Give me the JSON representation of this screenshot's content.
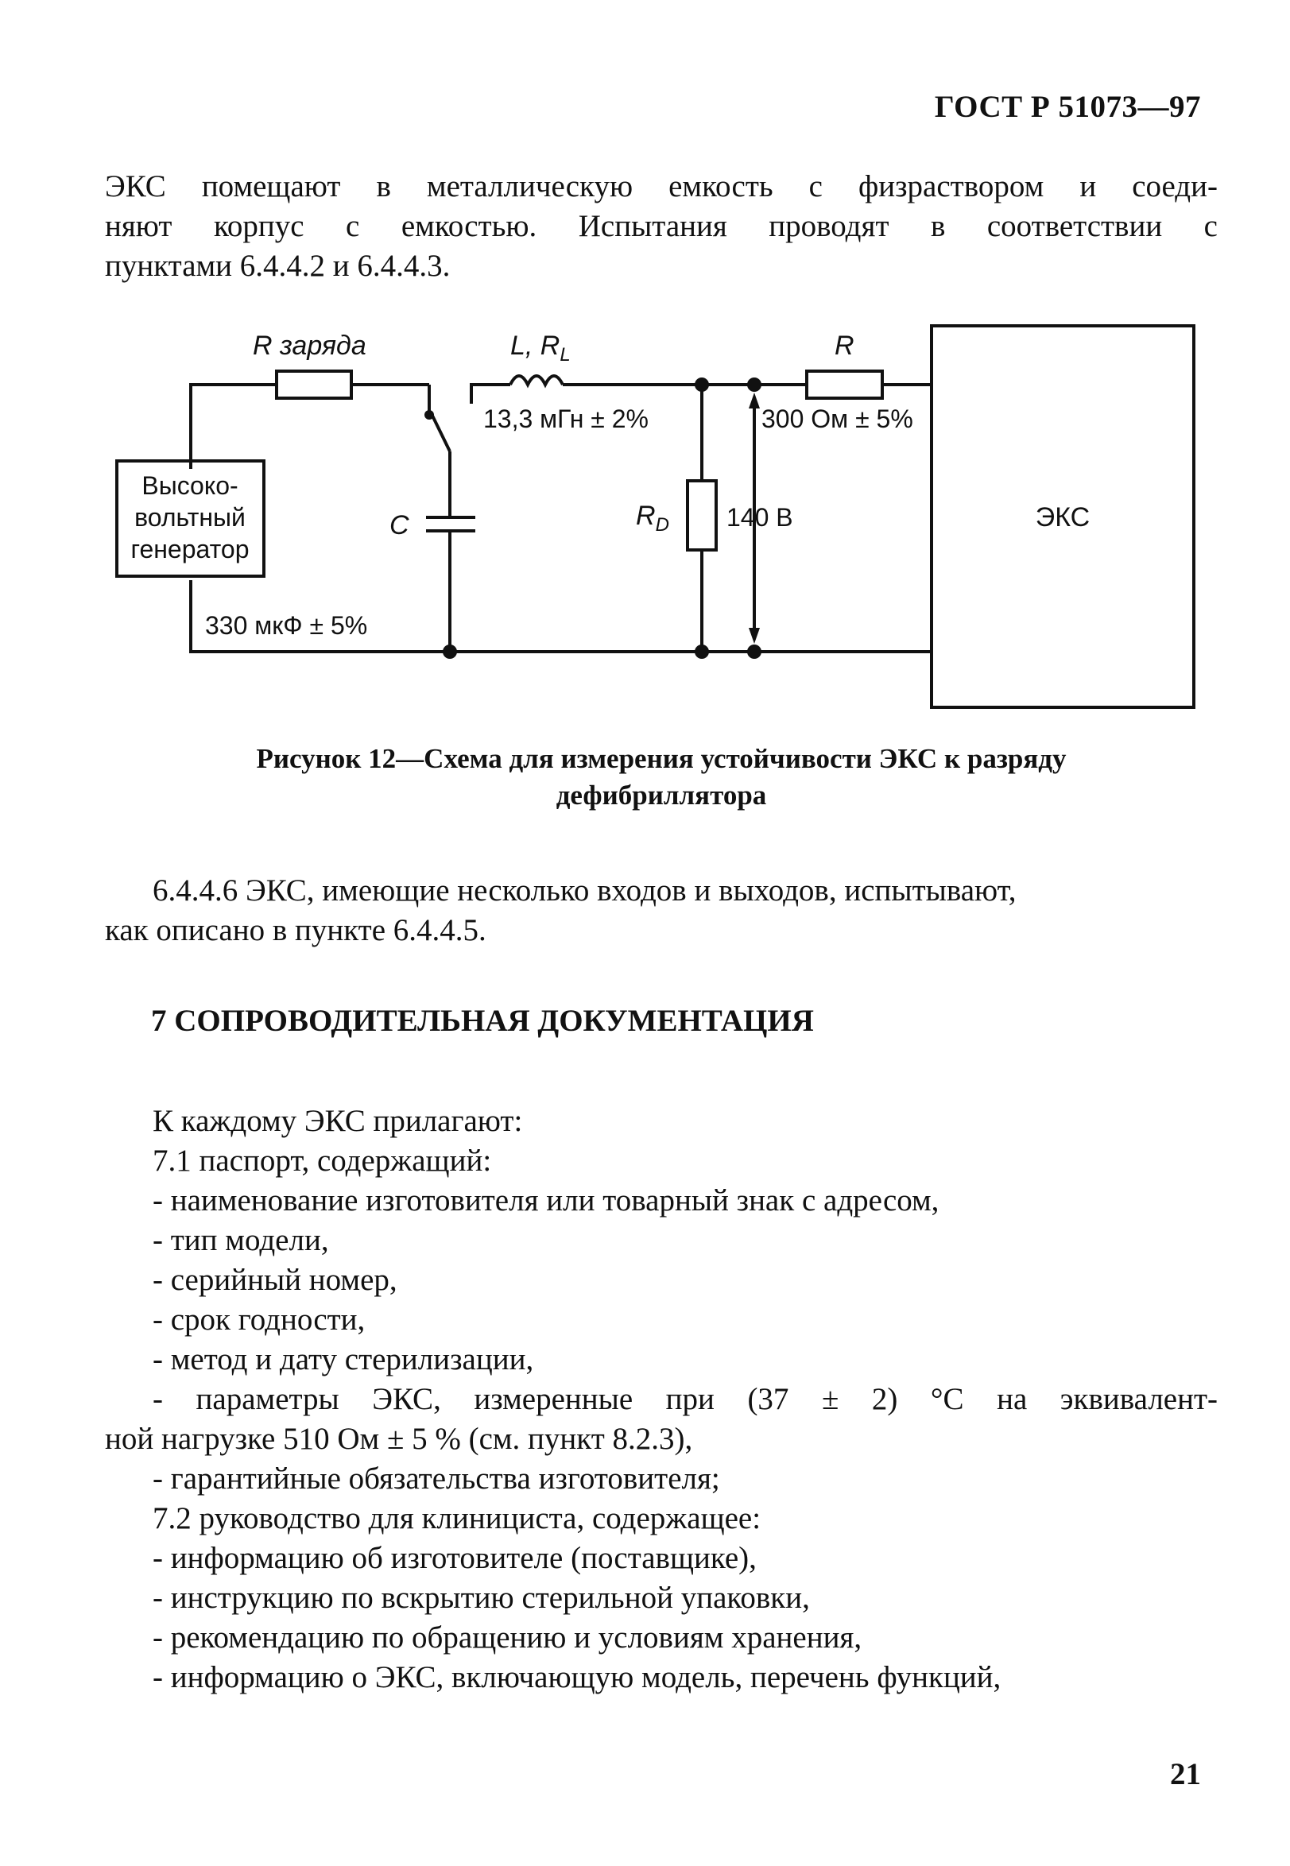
{
  "header": {
    "doc_id": "ГОСТ Р 51073—97"
  },
  "intro": {
    "lines": [
      "ЭКС помещают в металлическую емкость с физраствором и соеди-",
      "няют корпус с емкостью. Испытания проводят в соответствии с",
      "пунктами 6.4.4.2 и 6.4.4.3."
    ]
  },
  "figure": {
    "labels": {
      "r_charge": "R заряда",
      "l_rl": "L, R",
      "l_sub": "L",
      "r": "R",
      "inductance": "13,3 мГн ± 2%",
      "resistance": "300 Ом ± 5%",
      "generator": [
        "Высоко-",
        "вольтный",
        "генератор"
      ],
      "capacitor": "C",
      "rd": "R",
      "rd_sub": "D",
      "voltage": "140 В",
      "device": "ЭКС",
      "capacitance": "330 мкФ ± 5%"
    },
    "caption_lines": [
      "Рисунок 12—Схема для измерения устойчивости ЭКС к разряду",
      "дефибриллятора"
    ]
  },
  "para_6446": {
    "lines": [
      "6.4.4.6 ЭКС, имеющие несколько входов и выходов, испытывают,",
      "как описано в пункте 6.4.4.5."
    ]
  },
  "section7": {
    "title": "7 СОПРОВОДИТЕЛЬНАЯ ДОКУМЕНТАЦИЯ"
  },
  "list": {
    "lines": [
      "К каждому ЭКС прилагают:",
      "7.1 паспорт, содержащий:",
      "- наименование изготовителя или товарный знак с адресом,",
      "- тип модели,",
      "- серийный номер,",
      "- срок годности,",
      "- метод и дату стерилизации,",
      "- параметры ЭКС, измеренные при (37 ± 2) °С на эквивалент-",
      "ной нагрузке 510 Ом ± 5 % (см. пункт 8.2.3),",
      "- гарантийные обязательства изготовителя;",
      "7.2 руководство для клинициста, содержащее:",
      "- информацию об изготовителе (поставщике),",
      "- инструкцию по вскрытию стерильной упаковки,",
      "- рекомендацию по обращению и условиям хранения,",
      "- информацию о ЭКС, включающую модель, перечень функций,"
    ]
  },
  "page": {
    "number": "21"
  }
}
